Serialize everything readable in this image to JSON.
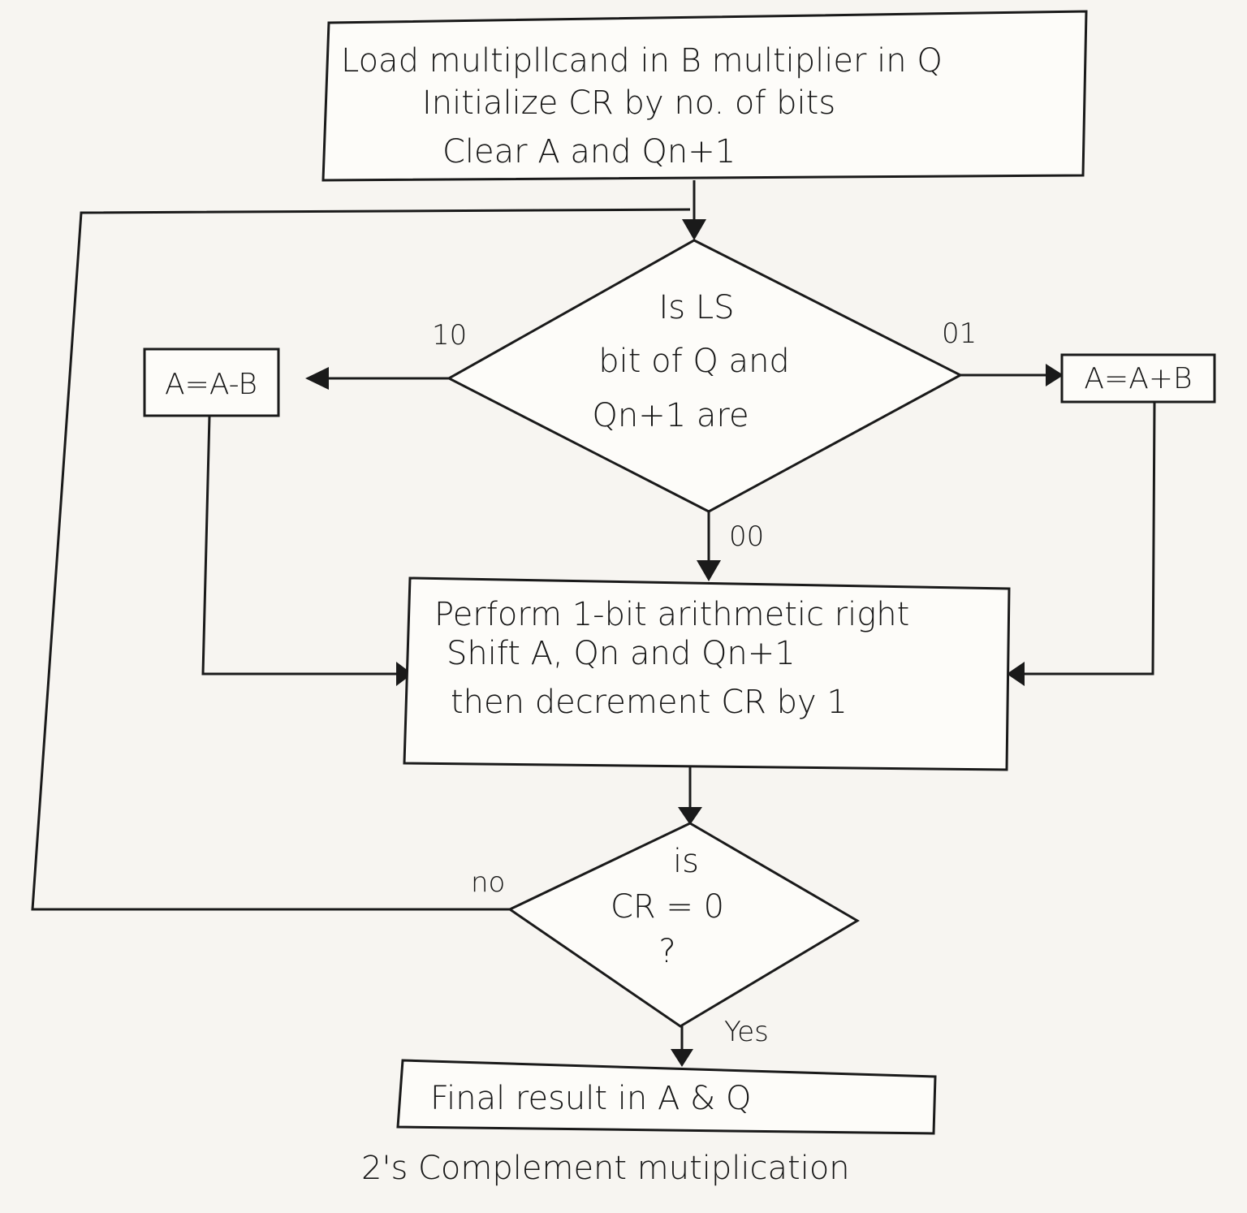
{
  "diagram": {
    "caption": "2's Complement mutiplication",
    "nodes": {
      "init": {
        "lines": [
          "Load multipllcand in B multiplier in Q",
          "Initialize CR by no. of bits",
          "Clear A and Qn+1"
        ]
      },
      "check_bits": {
        "lines": [
          "Is LS",
          "bit of Q and",
          "Qn+1 are"
        ]
      },
      "subtract": {
        "text": "A=A-B"
      },
      "add": {
        "text": "A=A+B"
      },
      "shift": {
        "lines": [
          "Perform 1-bit arithmetic right",
          "Shift A, Qn and Qn+1",
          "then decrement CR by 1"
        ]
      },
      "check_cr": {
        "lines": [
          "is",
          "CR = 0",
          "?"
        ]
      },
      "final": {
        "text": "Final result in A & Q"
      }
    },
    "edge_labels": {
      "ten": "10",
      "zero_one": "01",
      "zero_zero": "00",
      "no": "no",
      "yes": "Yes"
    },
    "colors": {
      "ink": "#1a1a1a",
      "paper": "#f7f5f1"
    }
  }
}
